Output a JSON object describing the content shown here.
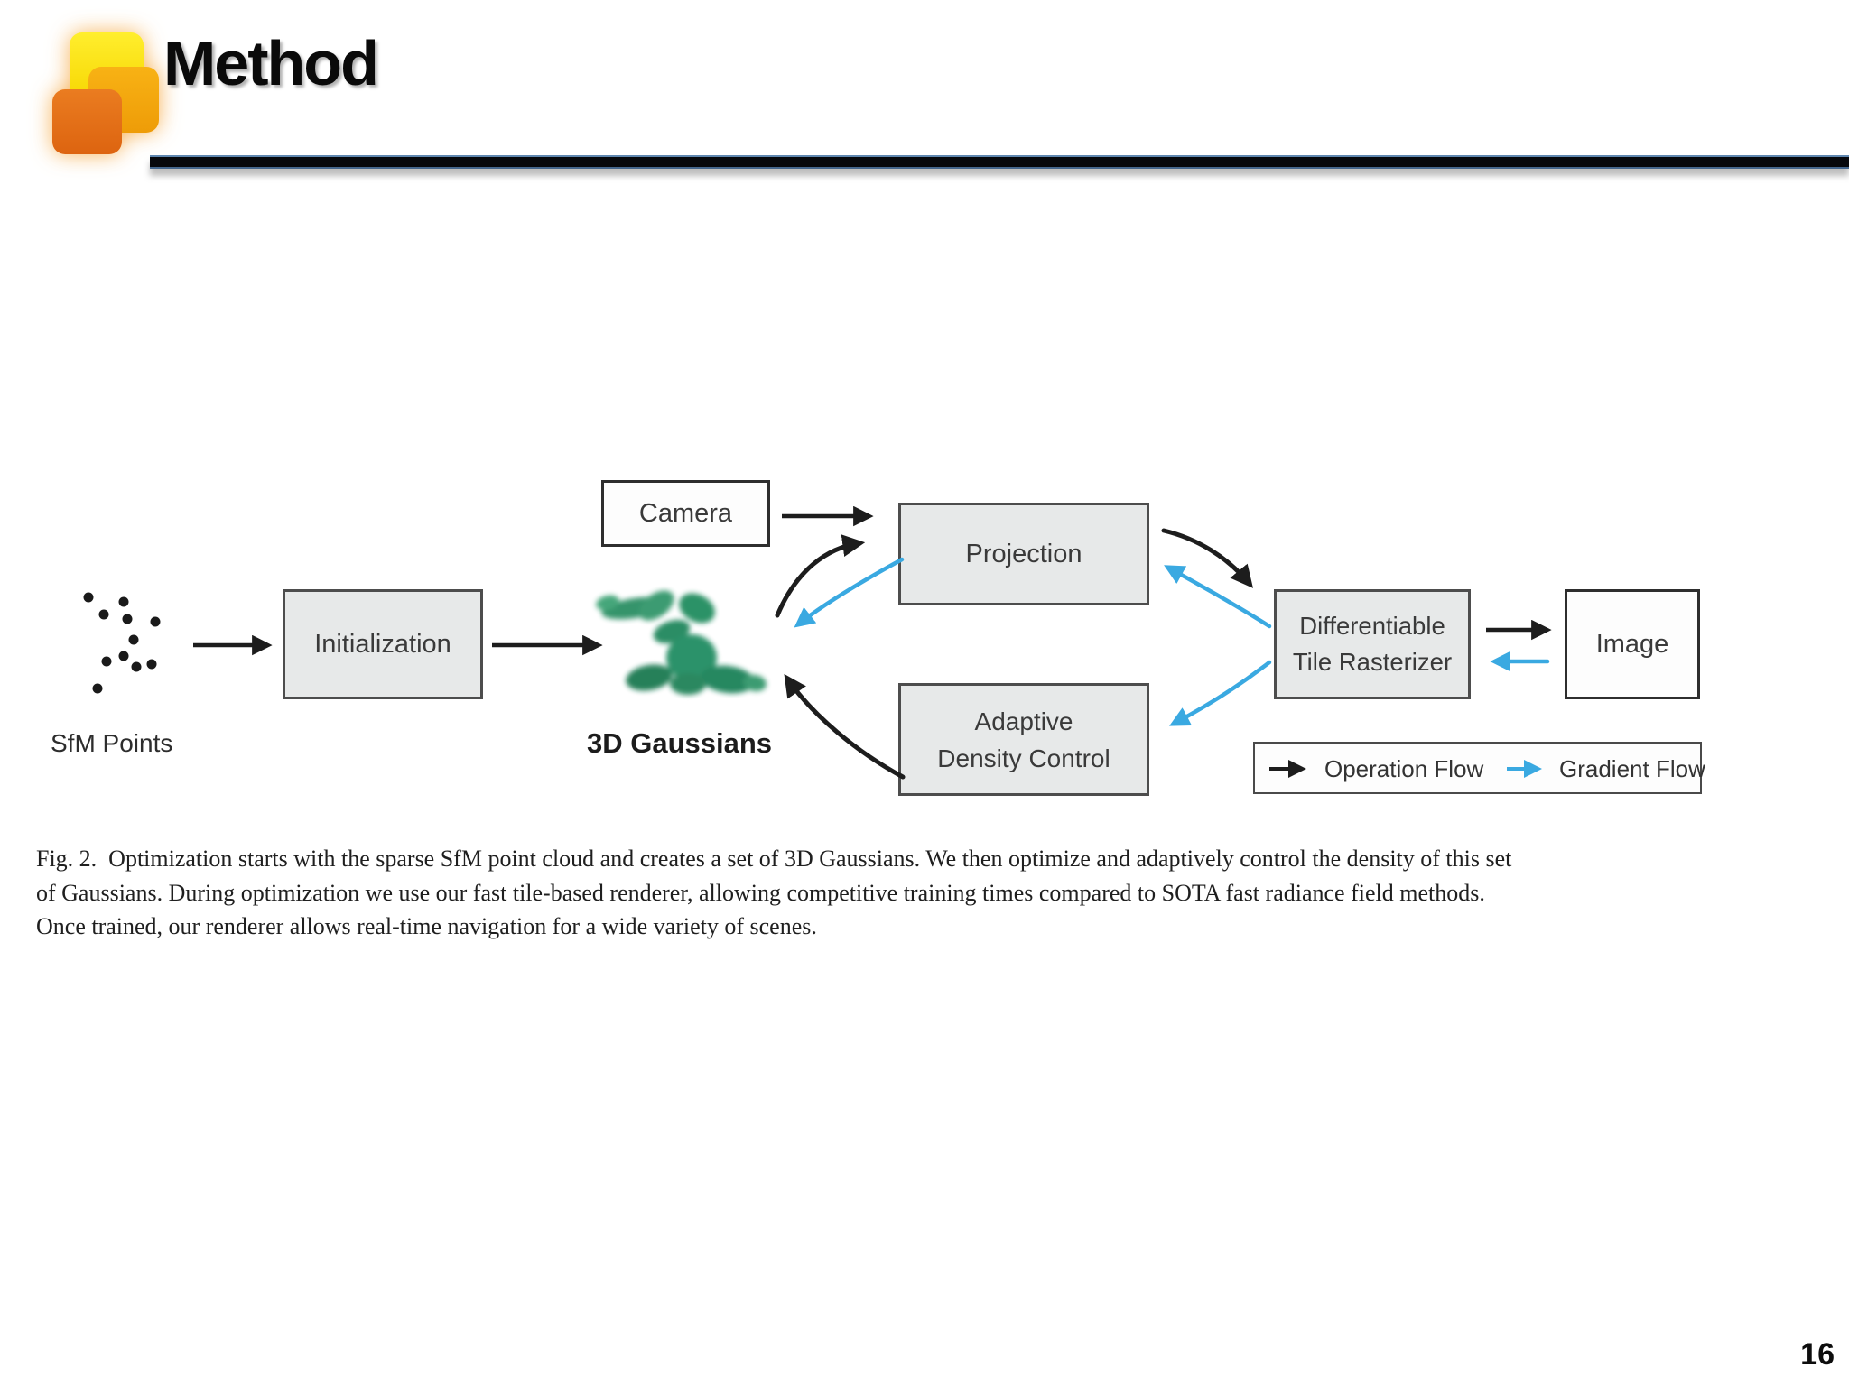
{
  "slide": {
    "title": "Method",
    "page_number": "16"
  },
  "figure": {
    "nodes": {
      "sfm_points_label": "SfM Points",
      "initialization": "Initialization",
      "camera": "Camera",
      "gaussians_label": "3D Gaussians",
      "projection": "Projection",
      "adaptive_density_control": [
        "Adaptive",
        "Density Control"
      ],
      "differentiable_tile_rasterizer": [
        "Differentiable",
        "Tile Rasterizer"
      ],
      "image": "Image"
    },
    "legend": {
      "operation_flow": "Operation Flow",
      "gradient_flow": "Gradient Flow"
    },
    "colors": {
      "operation_flow_arrow": "#1d1d1d",
      "gradient_flow_arrow": "#3aa9e1",
      "node_fill": "#e7e9e9",
      "node_border": "#4d4d4d",
      "gaussian_green": "#1f8a5c"
    },
    "caption_lines": [
      "Fig. 2.  Optimization starts with the sparse SfM point cloud and creates a set of 3D Gaussians. We then optimize and adaptively control the density of this set",
      "of Gaussians. During optimization we use our fast tile-based renderer, allowing competitive training times compared to SOTA fast radiance field methods.",
      "Once trained, our renderer allows real-time navigation for a wide variety of scenes."
    ]
  }
}
